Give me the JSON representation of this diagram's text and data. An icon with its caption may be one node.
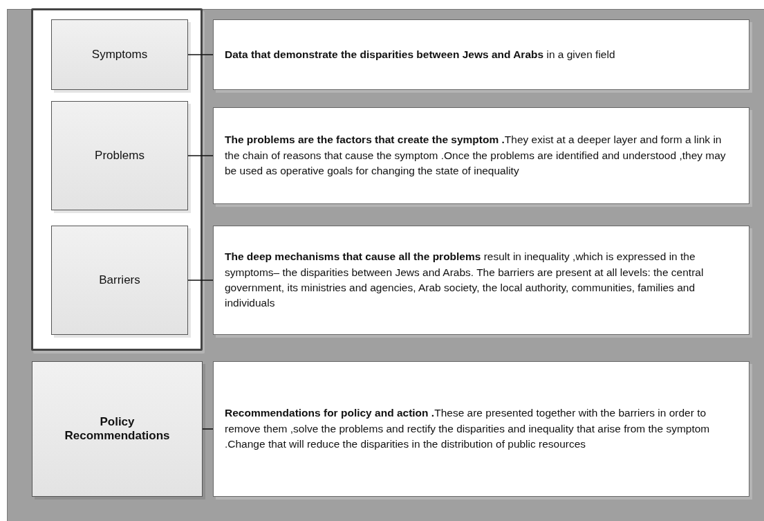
{
  "diagram": {
    "nodes": [
      {
        "text": [],
        "shape": "box"
      },
      {
        "text": [
          "Symptoms"
        ],
        "in": 0
      },
      {
        "text": [
          "Problems"
        ],
        "in": 0
      },
      {
        "text": [
          "Barriers"
        ],
        "in": 0
      },
      {
        "text": [
          "**Data that demonstrate the disparities between Jews and Arabs** in a given field"
        ]
      },
      {
        "text": [
          "**The problems are the factors that create the symptom .**They exist at a deeper layer and form a link in the chain of reasons that cause the symptom .Once the problems are identified and understood ,they may be used as operative goals for changing the state of inequality"
        ]
      },
      {
        "text": [
          "**The deep mechanisms that cause all the problems** result in inequality ,which is expressed in the symptoms– the disparities between Jews and Arabs. The barriers are present at all levels: the central government, its ministries and agencies, Arab society, the local authority, communities, families and individuals"
        ]
      },
      {
        "text": [
          "Policy Recommendations"
        ]
      },
      {
        "text": [
          "**Recommendations for policy and action .**These are presented together with the barriers in order to remove them ,solve the problems and rectify the disparities and inequality that arise from the symptom .Change that will reduce the disparities in the distribution of public resources"
        ]
      }
    ],
    "edges": [
      {
        "from": 1,
        "to": 4,
        "arrow": "none"
      },
      {
        "from": 2,
        "to": 5,
        "arrow": "none"
      },
      {
        "from": 3,
        "to": 6,
        "arrow": "none"
      },
      {
        "from": 7,
        "to": 8,
        "arrow": "none"
      }
    ]
  }
}
